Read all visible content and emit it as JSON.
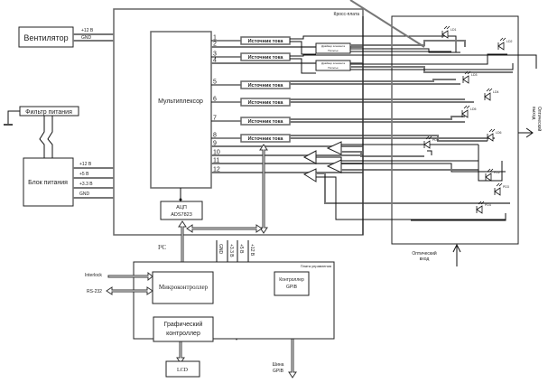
{
  "blocks": {
    "fan": "Вентилятор",
    "power_filter": "Фильтр питания",
    "power_unit": "Блок питания",
    "cross_board": "Кросс-плата",
    "multiplexer": "Мультиплексор",
    "adc_line1": "АЦП",
    "adc_line2": "ADS7823",
    "control_board": "Плата управления",
    "microcontroller": "Микроконтроллер",
    "graphics_ctrl_line1": "Графический",
    "graphics_ctrl_line2": "контроллер",
    "lcd": "LCD",
    "gpib_ctrl_line1": "Контроллер",
    "gpib_ctrl_line2": "GPIB"
  },
  "fan_lines": [
    "+12 В",
    "GND"
  ],
  "psu_lines": [
    "+12 В",
    "+5 В",
    "+3.3 В",
    "GND"
  ],
  "control_power_lines": [
    "GND",
    "+3.3 В",
    "+5 В",
    "+12 В"
  ],
  "current_source_label": "Источник тока",
  "driver_label_line1": "Драйвер элемента",
  "driver_label_line2": "Пельтье",
  "mux_channels": [
    "1",
    "2",
    "3",
    "4",
    "5",
    "6",
    "7",
    "8",
    "9",
    "10",
    "11",
    "12"
  ],
  "i2c_label": "I²C",
  "interlock_label": "Interlock",
  "rs232_label": "RS-232",
  "gpib_bus_line1": "Шина",
  "gpib_bus_line2": "GPIB",
  "optical_output_line1": "Оптический",
  "optical_output_line2": "выход",
  "optical_input_line1": "Оптический",
  "optical_input_line2": "вход",
  "components": {
    "ld1": "LD1",
    "ld2": "LD2",
    "ld3": "LD3",
    "ld4": "LD4",
    "ld5": "LD5",
    "ld6": "LD6",
    "pd1": "PD1",
    "pd2": "PD2",
    "pd3": "PD3",
    "pd4": "PD4"
  }
}
